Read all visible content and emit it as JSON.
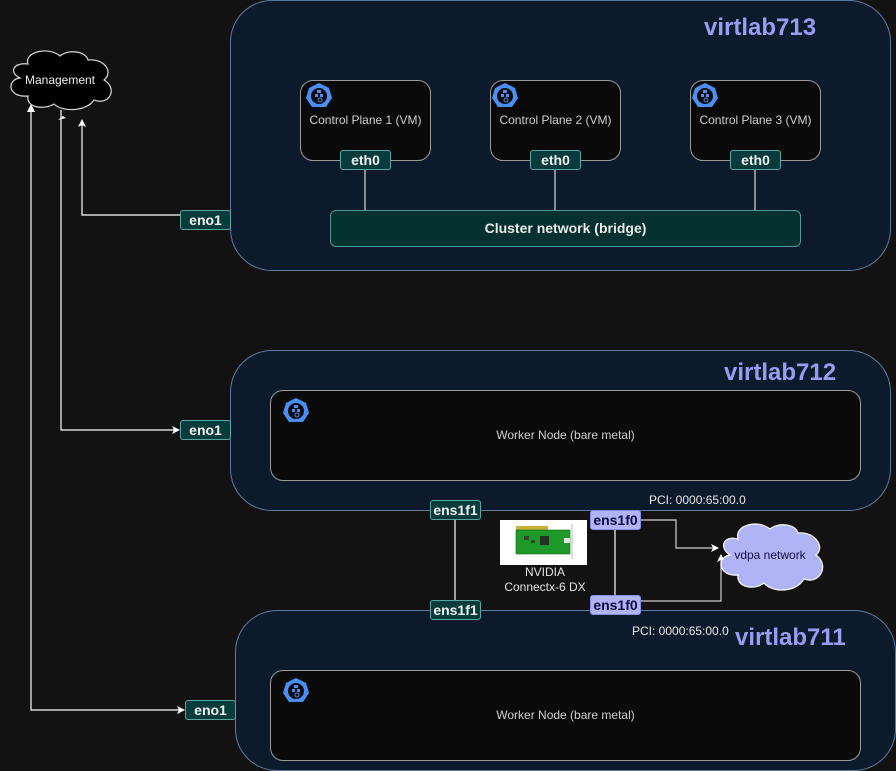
{
  "clouds": {
    "management": "Management",
    "vdpa": "vdpa network"
  },
  "hosts": [
    {
      "name": "virtlab713",
      "mgmt_iface": "eno1",
      "nodes": [
        {
          "label": "Control Plane 1 (VM)",
          "iface": "eth0"
        },
        {
          "label": "Control Plane 2 (VM)",
          "iface": "eth0"
        },
        {
          "label": "Control Plane 3 (VM)",
          "iface": "eth0"
        }
      ],
      "bridge": "Cluster network (bridge)"
    },
    {
      "name": "virtlab712",
      "mgmt_iface": "eno1",
      "node": "Worker Node (bare metal)",
      "pci": "PCI: 0000:65:00.0",
      "nic_ports": {
        "vdpa": "ens1f0",
        "link": "ens1f1"
      }
    },
    {
      "name": "virtlab711",
      "mgmt_iface": "eno1",
      "node": "Worker Node (bare metal)",
      "pci": "PCI: 0000:65:00.0",
      "nic_ports": {
        "vdpa": "ens1f0",
        "link": "ens1f1"
      }
    }
  ],
  "nic": {
    "caption_line1": "NVIDIA",
    "caption_line2": "Connectx-6 DX"
  },
  "colors": {
    "host_bg": "#0c1a2c",
    "host_title": "#9a9cf2",
    "iface_bg": "#073b3c",
    "vdpa_bg": "#b0b3f5",
    "k8s_blue": "#4a8ff5"
  }
}
